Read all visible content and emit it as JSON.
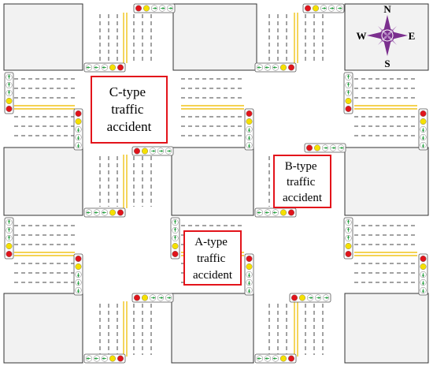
{
  "labels": {
    "c_type": [
      "C-type",
      "traffic",
      "accident"
    ],
    "b_type": [
      "B-type",
      "traffic",
      "accident"
    ],
    "a_type": [
      "A-type",
      "traffic",
      "accident"
    ]
  },
  "compass": {
    "n": "N",
    "e": "E",
    "s": "S",
    "w": "W"
  },
  "colors": {
    "block_fill": "#f2f2f2",
    "block_stroke": "#333333",
    "accident_box": "#e3141b",
    "yellow_line": "#f0c419",
    "light_red": "#e0141b",
    "light_yellow": "#f5e000",
    "light_green_arrow": "#1f9d3a",
    "compass": "#7b2f8e"
  },
  "icons": [
    "traffic-light-icon",
    "compass-rose-icon",
    "arrow-left-icon",
    "arrow-up-icon",
    "arrow-right-icon"
  ]
}
